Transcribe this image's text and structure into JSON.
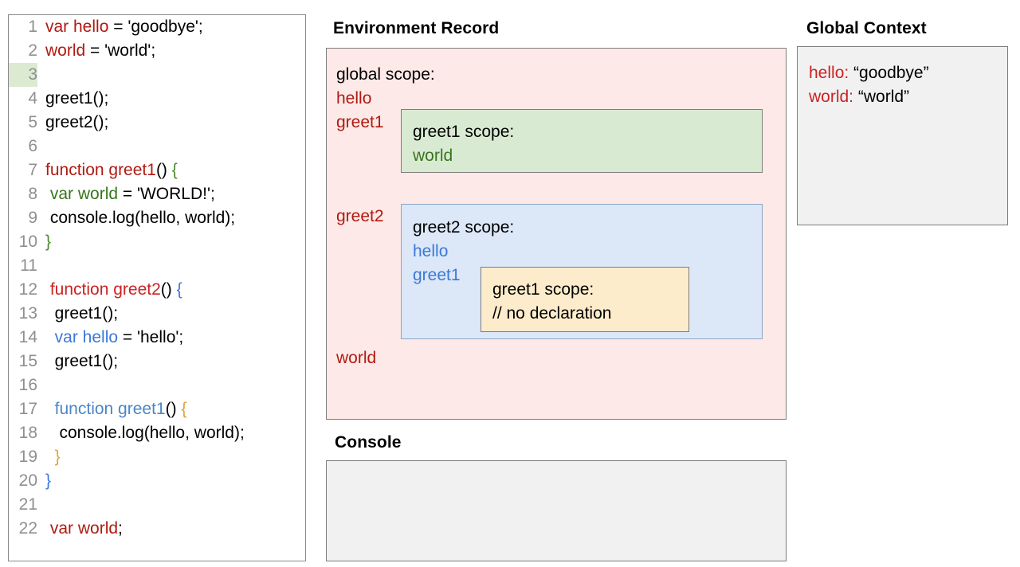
{
  "code_panel": {
    "highlighted_line": 3,
    "lines": [
      {
        "num": "1",
        "tokens": [
          {
            "text": "var hello",
            "cls": "t-red"
          },
          {
            "text": " = 'goodbye';",
            "cls": "t-black"
          }
        ]
      },
      {
        "num": "2",
        "tokens": [
          {
            "text": "world",
            "cls": "t-red"
          },
          {
            "text": " = 'world';",
            "cls": "t-black"
          }
        ]
      },
      {
        "num": "3",
        "tokens": [
          {
            "text": "",
            "cls": "t-black"
          }
        ]
      },
      {
        "num": "4",
        "tokens": [
          {
            "text": "greet1();",
            "cls": "t-black"
          }
        ]
      },
      {
        "num": "5",
        "tokens": [
          {
            "text": "greet2();",
            "cls": "t-black"
          }
        ]
      },
      {
        "num": "6",
        "tokens": [
          {
            "text": "",
            "cls": "t-black"
          }
        ]
      },
      {
        "num": "7",
        "tokens": [
          {
            "text": "function greet1",
            "cls": "t-red"
          },
          {
            "text": "() ",
            "cls": "t-black"
          },
          {
            "text": "{",
            "cls": "t-greenb"
          }
        ]
      },
      {
        "num": "8",
        "tokens": [
          {
            "text": " ",
            "cls": "t-black"
          },
          {
            "text": "var world",
            "cls": "t-green"
          },
          {
            "text": " = 'WORLD!';",
            "cls": "t-black"
          }
        ]
      },
      {
        "num": "9",
        "tokens": [
          {
            "text": " console.log(hello, world);",
            "cls": "t-black"
          }
        ]
      },
      {
        "num": "10",
        "tokens": [
          {
            "text": "}",
            "cls": "t-greenb"
          }
        ]
      },
      {
        "num": "11",
        "tokens": [
          {
            "text": "",
            "cls": "t-black"
          }
        ]
      },
      {
        "num": "12",
        "tokens": [
          {
            "text": " ",
            "cls": "t-black"
          },
          {
            "text": "function greet2",
            "cls": "t-red2"
          },
          {
            "text": "() ",
            "cls": "t-black"
          },
          {
            "text": "{",
            "cls": "t-blue"
          }
        ]
      },
      {
        "num": "13",
        "tokens": [
          {
            "text": "  greet1();",
            "cls": "t-black"
          }
        ]
      },
      {
        "num": "14",
        "tokens": [
          {
            "text": "  ",
            "cls": "t-black"
          },
          {
            "text": "var hello",
            "cls": "t-blue"
          },
          {
            "text": " = 'hello';",
            "cls": "t-black"
          }
        ]
      },
      {
        "num": "15",
        "tokens": [
          {
            "text": "  greet1();",
            "cls": "t-black"
          }
        ]
      },
      {
        "num": "16",
        "tokens": [
          {
            "text": "",
            "cls": "t-black"
          }
        ]
      },
      {
        "num": "17",
        "tokens": [
          {
            "text": "  ",
            "cls": "t-black"
          },
          {
            "text": "function greet1",
            "cls": "t-blue2"
          },
          {
            "text": "() ",
            "cls": "t-black"
          },
          {
            "text": "{",
            "cls": "t-orange"
          }
        ]
      },
      {
        "num": "18",
        "tokens": [
          {
            "text": "   console.log(hello, world);",
            "cls": "t-black"
          }
        ]
      },
      {
        "num": "19",
        "tokens": [
          {
            "text": "  ",
            "cls": "t-black"
          },
          {
            "text": "}",
            "cls": "t-orange"
          }
        ]
      },
      {
        "num": "20",
        "tokens": [
          {
            "text": "}",
            "cls": "t-blue"
          }
        ]
      },
      {
        "num": "21",
        "tokens": [
          {
            "text": "",
            "cls": "t-black"
          }
        ]
      },
      {
        "num": "22",
        "tokens": [
          {
            "text": " ",
            "cls": "t-black"
          },
          {
            "text": "var world",
            "cls": "t-red"
          },
          {
            "text": ";",
            "cls": "t-black"
          }
        ]
      }
    ]
  },
  "environment_record": {
    "title": "Environment Record",
    "global_scope_label": "global scope:",
    "global_bindings": [
      "hello",
      "greet1",
      "greet2",
      "world"
    ],
    "greet1_scope": {
      "header": "greet1 scope:",
      "bindings": [
        "world"
      ]
    },
    "greet2_scope": {
      "header": "greet2 scope:",
      "bindings": [
        "hello",
        "greet1"
      ],
      "nested_greet1_scope": {
        "header": "greet1 scope:",
        "note": "// no declaration"
      }
    }
  },
  "console": {
    "title": "Console",
    "output": ""
  },
  "global_context": {
    "title": "Global Context",
    "entries": [
      {
        "key": "hello:",
        "value": "“goodbye”"
      },
      {
        "key": "world:",
        "value": "“world”"
      }
    ]
  },
  "colors": {
    "pink": "#fde9e7",
    "green": "#d9ead3",
    "blue": "#dce7f8",
    "yellow": "#fceccb",
    "gray": "#f1f1f1",
    "red_token": "#b01a12",
    "blue_token": "#3c78d8",
    "green_token": "#38761d",
    "orange_token": "#e0a33a",
    "line_highlight": "#dcead1"
  }
}
